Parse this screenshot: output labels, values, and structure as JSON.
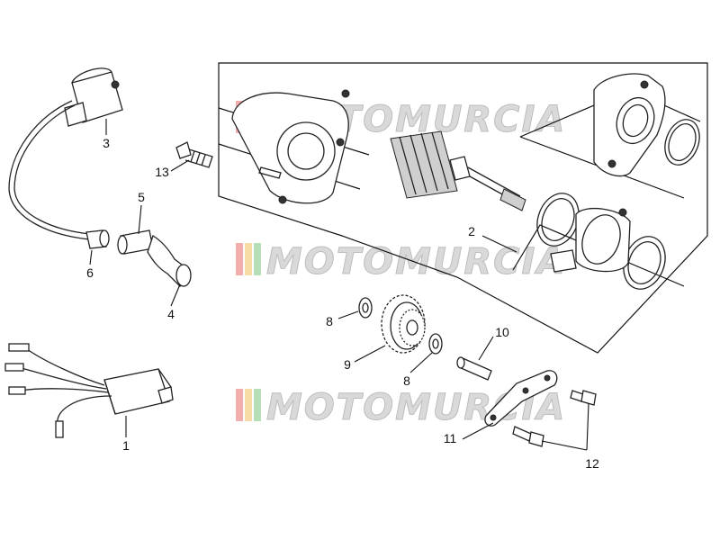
{
  "watermark": {
    "text": "MOTOMURCIA",
    "stripe_colors": [
      "#e86a6a",
      "#f0c060",
      "#7cc47c"
    ]
  },
  "callouts": [
    {
      "id": "1",
      "label": "1",
      "part": "cdi-unit"
    },
    {
      "id": "2",
      "label": "2",
      "part": "starter-motor-assembly"
    },
    {
      "id": "3",
      "label": "3",
      "part": "ignition-coil"
    },
    {
      "id": "4",
      "label": "4",
      "part": "spark-plug-cap"
    },
    {
      "id": "5",
      "label": "5",
      "part": "spark-plug-cap-sleeve"
    },
    {
      "id": "6",
      "label": "6",
      "part": "plug-boot"
    },
    {
      "id": "8a",
      "label": "8",
      "part": "washer"
    },
    {
      "id": "8b",
      "label": "8",
      "part": "washer"
    },
    {
      "id": "9",
      "label": "9",
      "part": "starter-gear"
    },
    {
      "id": "10",
      "label": "10",
      "part": "gear-pin"
    },
    {
      "id": "11",
      "label": "11",
      "part": "bracket"
    },
    {
      "id": "12",
      "label": "12",
      "part": "screw"
    },
    {
      "id": "13",
      "label": "13",
      "part": "screw"
    }
  ]
}
